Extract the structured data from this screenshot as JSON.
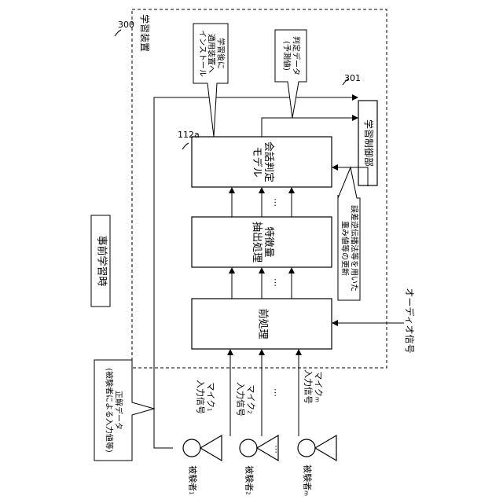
{
  "ref_numbers": {
    "device": "300",
    "controller": "301",
    "model": "112a"
  },
  "titles": {
    "device": "学習装置",
    "mode": "事前学習時"
  },
  "blocks": {
    "preprocess": "前処理",
    "feature_line1": "特徴量",
    "feature_line2": "抽出処理",
    "model_line1": "会話判定",
    "model_line2": "モデル",
    "controller": "学習制御部"
  },
  "callouts": {
    "install_line1": "学習後に",
    "install_line2": "適用装置へ",
    "install_line3": "インストール",
    "judgement_line1": "判定データ",
    "judgement_line2": "(予測値)",
    "update_line1": "誤差逆伝播法等を用いた",
    "update_line2": "重み値等の更新",
    "answer_line1": "正解データ",
    "answer_line2": "(被験者による入力値等)"
  },
  "signals": {
    "audio": "オーディオ信号",
    "dots": "…",
    "mics": [
      {
        "name": "マイク",
        "sub": "1",
        "text": "入力信号"
      },
      {
        "name": "マイク",
        "sub": "2",
        "text": "入力信号"
      },
      {
        "name": "マイク",
        "sub": "m",
        "text": "入力信号"
      }
    ]
  },
  "subjects": [
    {
      "name": "被験者",
      "sub": "1"
    },
    {
      "name": "被験者",
      "sub": "2"
    },
    {
      "name": "被験者",
      "sub": "m"
    }
  ]
}
